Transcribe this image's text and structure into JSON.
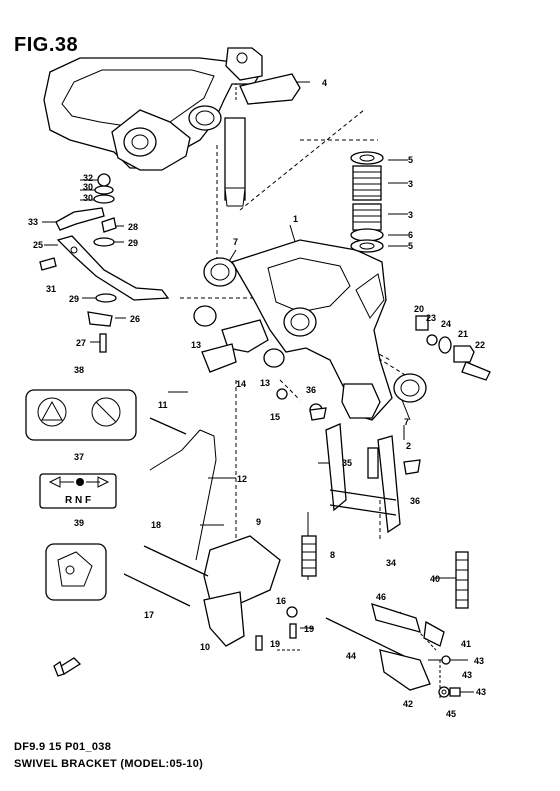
{
  "figure": {
    "title": "FIG.38",
    "code": "DF9.9 15 P01_038",
    "description": "SWIVEL BRACKET (MODEL:05-10)"
  },
  "callouts": [
    "1",
    "2",
    "3",
    "3",
    "4",
    "5",
    "5",
    "6",
    "7",
    "7",
    "8",
    "9",
    "10",
    "11",
    "12",
    "13",
    "13",
    "14",
    "15",
    "16",
    "17",
    "18",
    "19",
    "19",
    "20",
    "21",
    "22",
    "23",
    "24",
    "25",
    "26",
    "27",
    "28",
    "29",
    "29",
    "30",
    "30",
    "31",
    "32",
    "33",
    "34",
    "35",
    "36",
    "36",
    "37",
    "38",
    "39",
    "40",
    "41",
    "42",
    "43",
    "43",
    "43",
    "44",
    "45",
    "46"
  ],
  "label37": {
    "letters": "R N F"
  }
}
